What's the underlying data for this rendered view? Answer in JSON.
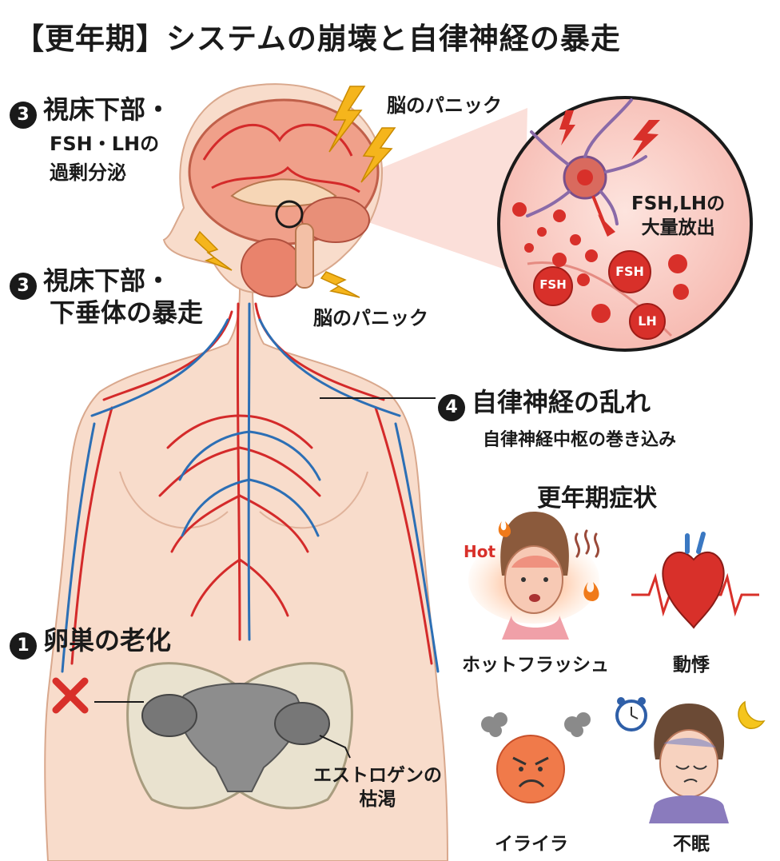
{
  "title": "【更年期】システムの崩壊と自律神経の暴走",
  "labels": {
    "step3a_num": "3",
    "step3a_line1": "視床下部・",
    "step3a_line2": "FSH・LHの",
    "step3a_line3": "過剰分泌",
    "step3b_num": "3",
    "step3b_line1": "視床下部・",
    "step3b_line2": "下垂体の暴走",
    "brain_panic_top": "脳のパニック",
    "brain_panic_bottom": "脳のパニック",
    "step4_num": "4",
    "step4_title": "自律神経の乱れ",
    "step4_sub": "自律神経中枢の巻き込み",
    "step1_num": "1",
    "step1_title": "卵巣の老化",
    "estrogen_line1": "エストロゲンの",
    "estrogen_line2": "枯渇"
  },
  "inset": {
    "release_line1": "FSH,LHの",
    "release_line2": "大量放出",
    "particles": [
      "FSH",
      "FSH",
      "LH"
    ]
  },
  "symptoms": {
    "heading": "更年期症状",
    "hot_label": "Hot",
    "items": [
      "ホットフラッシュ",
      "動悸",
      "イライラ",
      "不眠"
    ]
  },
  "colors": {
    "skin": "#f8dccb",
    "skin_outline": "#d9a88d",
    "artery": "#d42a2a",
    "vein": "#2c6fb5",
    "brain": "#f0a08a",
    "bolt": "#f5b51c",
    "hormone": "#d8302a",
    "pelvis": "#e9e2cf"
  }
}
